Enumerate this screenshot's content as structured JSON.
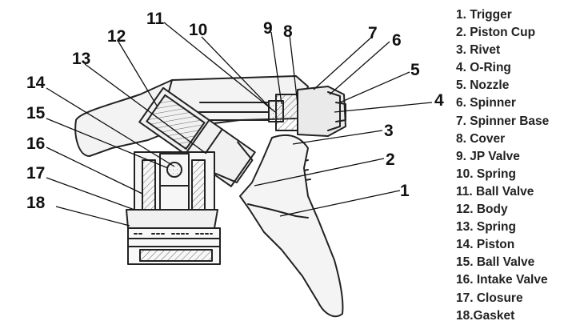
{
  "diagram": {
    "callouts": [
      "1",
      "2",
      "3",
      "4",
      "5",
      "6",
      "7",
      "8",
      "9",
      "10",
      "11",
      "12",
      "13",
      "14",
      "15",
      "16",
      "17",
      "18"
    ],
    "legend": [
      "1. Trigger",
      "2. Piston Cup",
      "3. Rivet",
      "4. O-Ring",
      "5. Nozzle",
      "6. Spinner",
      "7. Spinner Base",
      "8. Cover",
      "9. JP Valve",
      "10. Spring",
      "11. Ball Valve",
      "12. Body",
      "13. Spring",
      "14. Piston",
      "15. Ball Valve",
      "16. Intake Valve",
      "17. Closure",
      "18.Gasket"
    ]
  }
}
